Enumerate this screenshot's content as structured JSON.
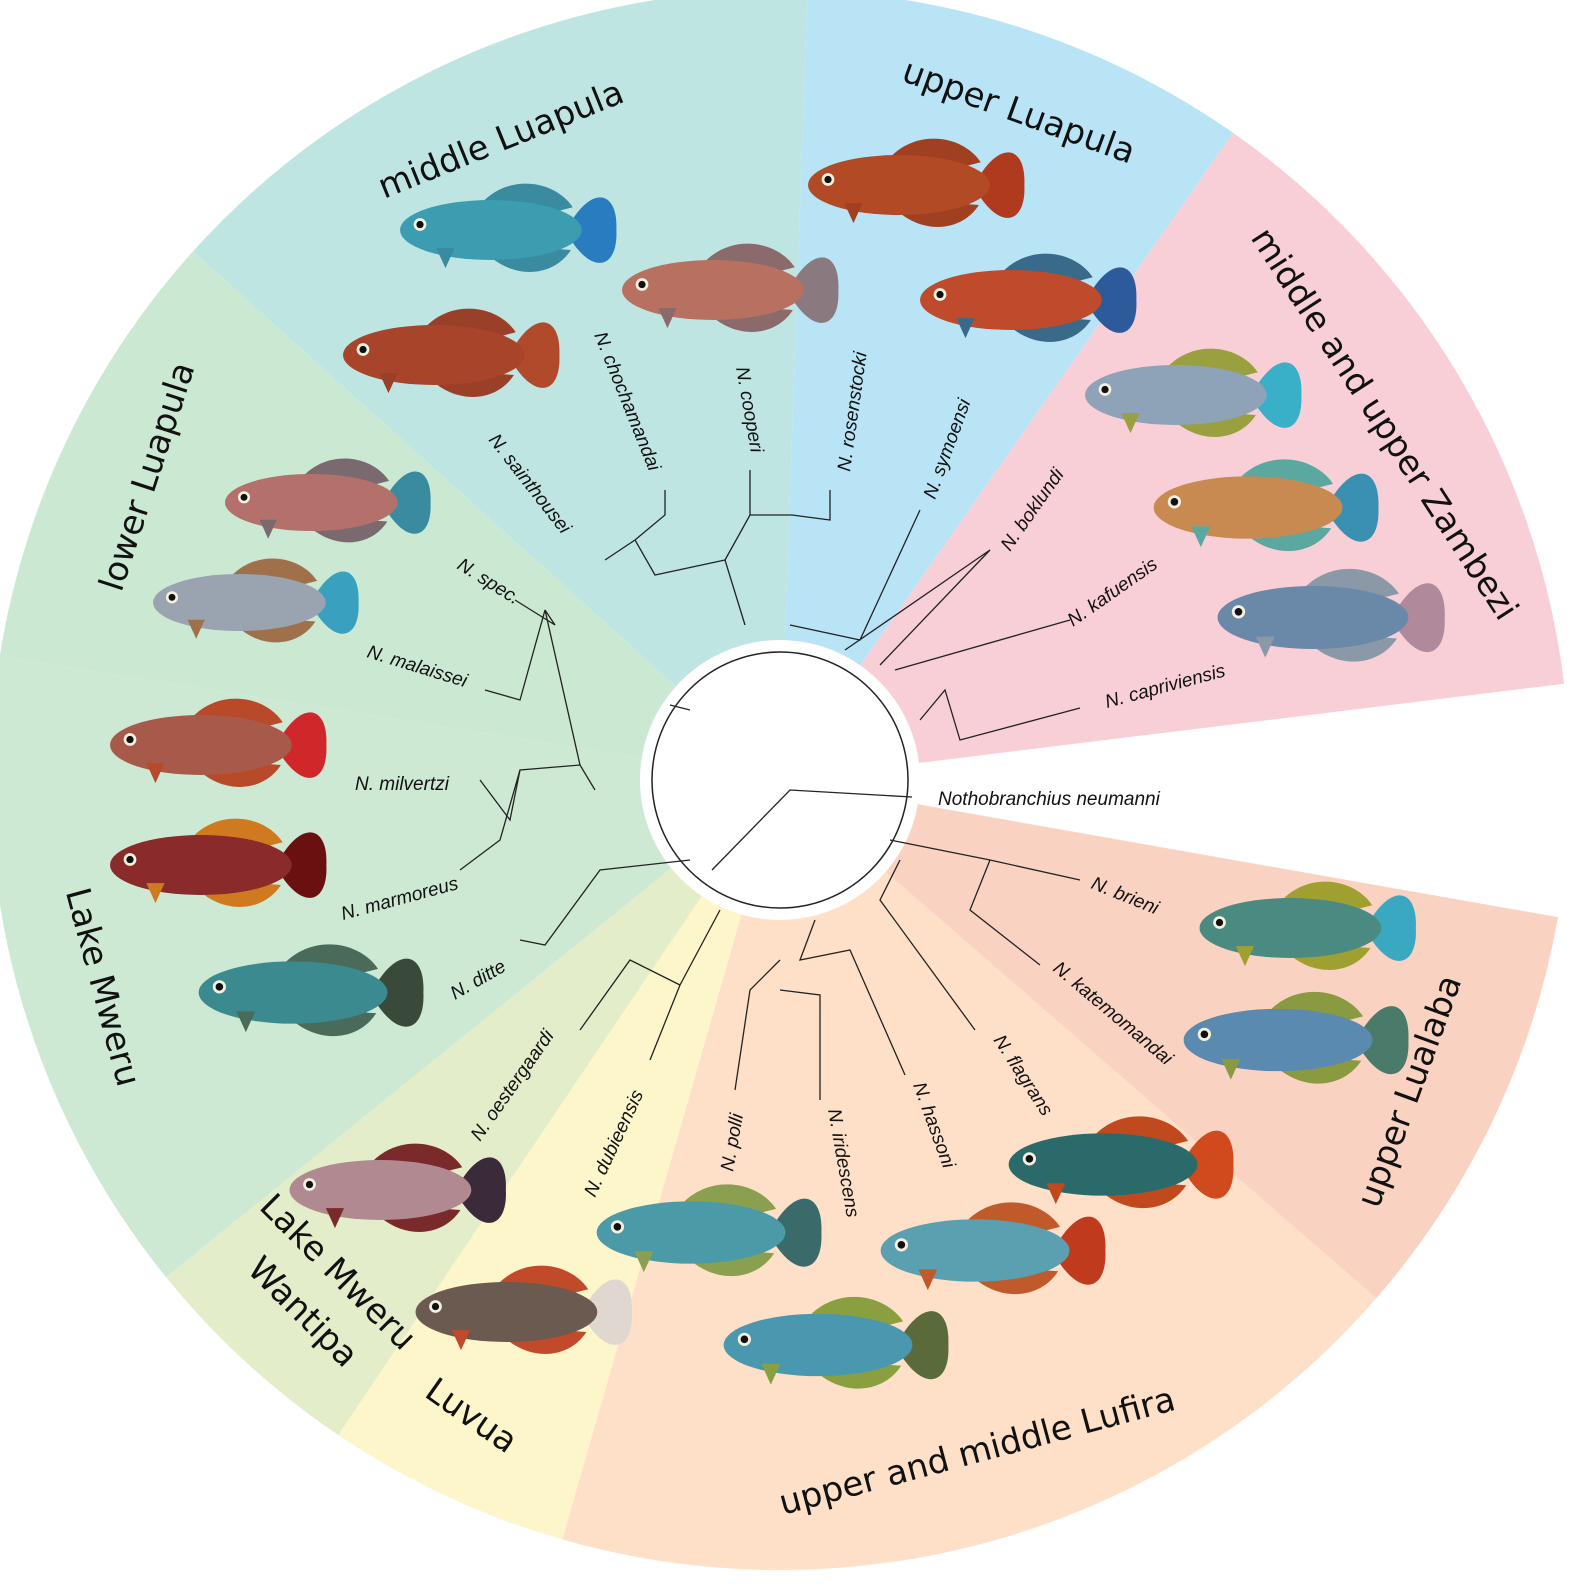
{
  "regions": [
    {
      "name": "middle Luapula",
      "color": "#bfe5e3"
    },
    {
      "name": "upper Luapula",
      "color": "#b9e4f6"
    },
    {
      "name": "middle and upper Zambezi",
      "color": "#f8cfd6"
    },
    {
      "name": "upper Lualaba",
      "color": "#f9d2c2"
    },
    {
      "name": "upper and middle Lufira",
      "color": "#fde0c7"
    },
    {
      "name": "Luvua",
      "color": "#fdf6cb"
    },
    {
      "name": "Lake Mweru",
      "line2": "Wantipa",
      "full": "Lake Mweru Wantipa",
      "color": "#e3edca"
    },
    {
      "name": "Lake Mweru",
      "color": "#cde9d4"
    },
    {
      "name": "lower Luapula",
      "color": "#cbe8d3"
    }
  ],
  "species": {
    "sainthousei": "N. sainthousei",
    "chochamandai": "N. chochamandai",
    "cooperi": "N. cooperi",
    "rosenstocki": "N. rosenstocki",
    "symoensi": "N. symoensi",
    "boklundi": "N. boklundi",
    "kafuensis": "N. kafuensis",
    "capriviensis": "N. capriviensis",
    "neumanni": "Nothobranchius neumanni",
    "brieni": "N. brieni",
    "katemomandai": "N. katemomandai",
    "flagrans": "N. flagrans",
    "hassoni": "N. hassoni",
    "iridescens": "N. iridescens",
    "polli": "N. polli",
    "dubieensis": "N. dubieensis",
    "oestergaardi": "N. oestergaardi",
    "ditte": "N. ditte",
    "marmoreus": "N. marmoreus",
    "milvertzi": "N. milvertzi",
    "malaissei": "N. malaissei",
    "spec": "N. spec."
  }
}
